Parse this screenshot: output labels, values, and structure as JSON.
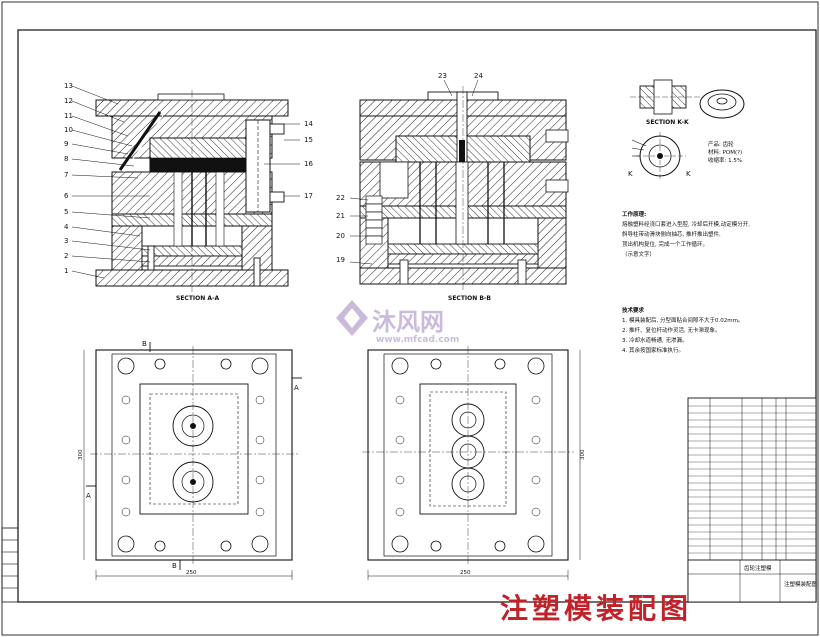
{
  "section_labels": {
    "aa": "SECTION A-A",
    "bb": "SECTION B-B",
    "kk": "SECTION K-K"
  },
  "part_numbers_left": [
    "13",
    "12",
    "11",
    "10",
    "9",
    "8",
    "7",
    "6",
    "5",
    "4",
    "3",
    "2",
    "1"
  ],
  "part_numbers_right_side": [
    "14",
    "15",
    "16",
    "17"
  ],
  "part_numbers_bb": [
    "23",
    "24",
    "22",
    "21",
    "20",
    "19"
  ],
  "view_letters": {
    "a": "A",
    "b": "B",
    "k": "K"
  },
  "product_info": {
    "line1": "产品: 齿轮",
    "line2": "材料: POM(?)",
    "line3": "收缩率: 1.5%"
  },
  "work_principle": {
    "title": "工作原理:",
    "lines": [
      "熔融塑料经浇口套进入型腔, 冷却后开模,动定模分开,",
      "斜导柱带动滑块侧向抽芯, 推杆推出塑件,",
      "顶出机构复位, 完成一个工作循环。",
      "（示意文字）"
    ]
  },
  "tech_requirements": {
    "title": "技术要求",
    "lines": [
      "1. 模具装配后, 分型面贴合间隙不大于0.02mm。",
      "2. 推杆、复位杆动作灵活, 无卡滞现象。",
      "3. 冷却水道畅通, 无渗漏。",
      "4. 其余按国家标准执行。"
    ]
  },
  "dims": {
    "left_w": "250",
    "left_h": "300",
    "right_w": "250",
    "right_h": "300"
  },
  "title_block": {
    "drawing_name": "注塑模装配图",
    "small_name": "齿轮注塑模"
  },
  "watermark": {
    "brand": "沐风网",
    "url": "www.mfcad.com"
  },
  "banner": "注塑模装配图"
}
